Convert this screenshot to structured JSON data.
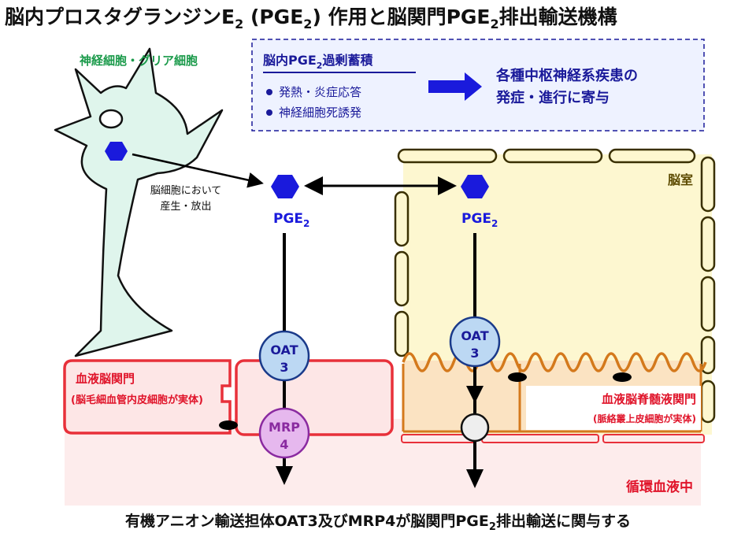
{
  "title": {
    "main": "脳内プロスタグランジンE",
    "sub1": "2",
    "mid": " (PGE",
    "sub2": "2",
    "mid2": ") 作用と脳関門PGE",
    "sub3": "2",
    "end": "排出輸送機構"
  },
  "neuron_label": "神経細胞・グリア細胞",
  "info_box": {
    "heading": "脳内PGE",
    "heading_sub": "2",
    "heading_end": "過剰蓄積",
    "bullets": [
      "発熱・炎症応答",
      "神経細胞死誘発"
    ],
    "result_line1": "各種中枢神経系疾患の",
    "result_line2": "発症・進行に寄与"
  },
  "ventricle_label": "脳室",
  "release_label_line1": "脳細胞において",
  "release_label_line2": "産生・放出",
  "pge_label": "PGE",
  "pge_sub": "2",
  "oat_label_1": "OAT",
  "oat_label_2": "3",
  "mrp_label_1": "MRP",
  "mrp_label_2": "4",
  "bbb_label": "血液脳関門",
  "bbb_sub": "(脳毛細血管内皮細胞が実体)",
  "bcsfb_label": "血液脳脊髄液関門",
  "bcsfb_sub": "(脈絡叢上皮細胞が実体)",
  "blood_label": "循環血液中",
  "caption": {
    "text": "有機アニオン輸送担体OAT3及びMRP4が脳関門PGE",
    "sub": "2",
    "end": "排出輸送に関与する"
  },
  "colors": {
    "title": "#111111",
    "green_text": "#1a9a4a",
    "neuron_fill": "#dff5ec",
    "pge_blue": "#1a1adc",
    "info_text": "#1a1a9a",
    "bbb_red": "#e8303a",
    "bbb_fill": "#fde6e6",
    "blood_fill": "#fdecec",
    "ventricle_fill": "#fdf7d0",
    "plexus_orange": "#d4791c",
    "oat_fill": "#bcd8f3",
    "mrp_fill": "#e6b8ee",
    "mrp_stroke": "#8a2aa0",
    "ventricle_text": "#5c4a00",
    "blood_text": "#e0142a"
  },
  "icons": [
    "pge2-hexagon-icon",
    "nucleus-icon",
    "arrow-icon",
    "transporter-icon"
  ]
}
